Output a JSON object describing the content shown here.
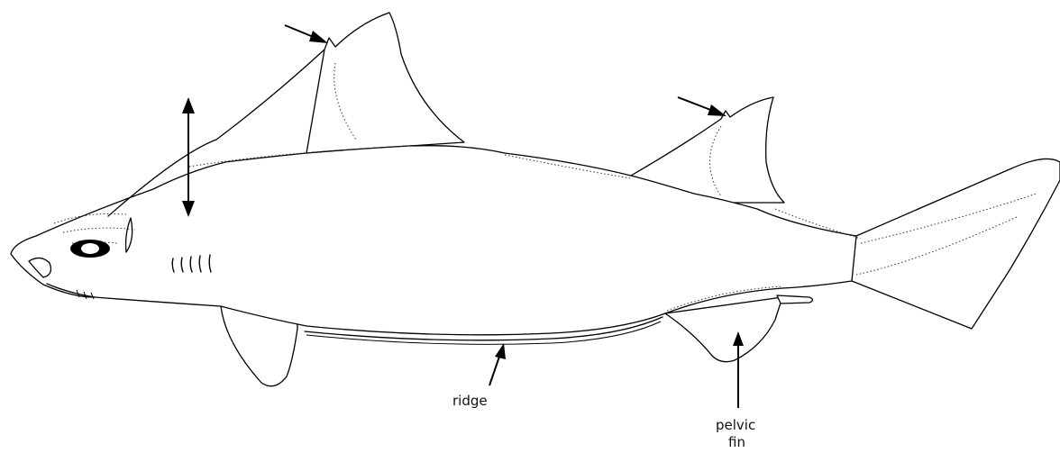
{
  "labels": {
    "ridge": "ridge",
    "pelvic_fin_line1": "pelvic",
    "pelvic_fin_line2": "fin"
  },
  "colors": {
    "line": "#000000",
    "background": "#ffffff"
  }
}
